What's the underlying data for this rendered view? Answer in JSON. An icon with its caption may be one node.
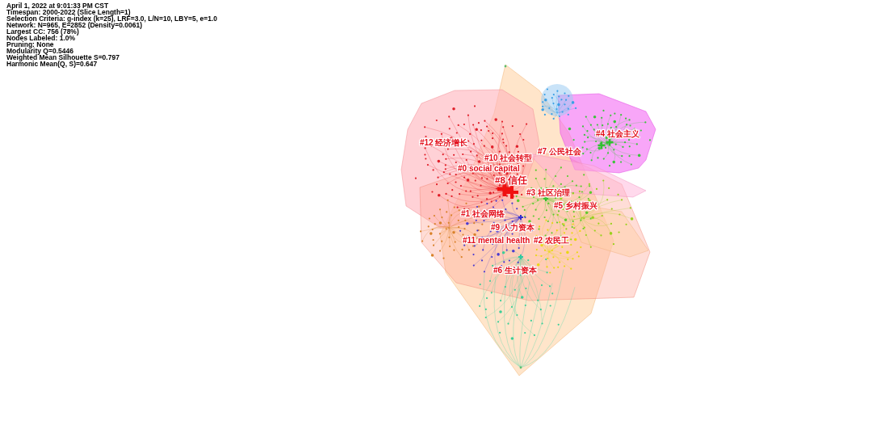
{
  "diagram": {
    "labels": [
      "April 1, 2022 at 9:01:33 PM CST",
      "Timespan: 2000-2022 (Slice Length=1)",
      "Selection Criteria: g-index (k=25), LRF=3.0, L/N=10, LBY=5, e=1.0",
      "Network: N=965, E=2852 (Density=0.0061)",
      "Largest CC: 756 (78%)",
      "Nodes Labeled: 1.0%",
      "Pruning: None",
      "Modularity Q=0.5446",
      "Weighted Mean Silhouette S=0.797",
      "Harmonic Mean(Q, S)=0.647",
      "#4 社会主义",
      "#12 经济增长",
      "#7 公民社会",
      "#10 社会转型",
      "#0 social capital",
      "#8 信任",
      "#3 社区治理",
      "#5 乡村振兴",
      "#1 社会网络",
      "#9 人力资本",
      "#11 mental health",
      "#2 农民工",
      "#6 生计资本"
    ]
  }
}
